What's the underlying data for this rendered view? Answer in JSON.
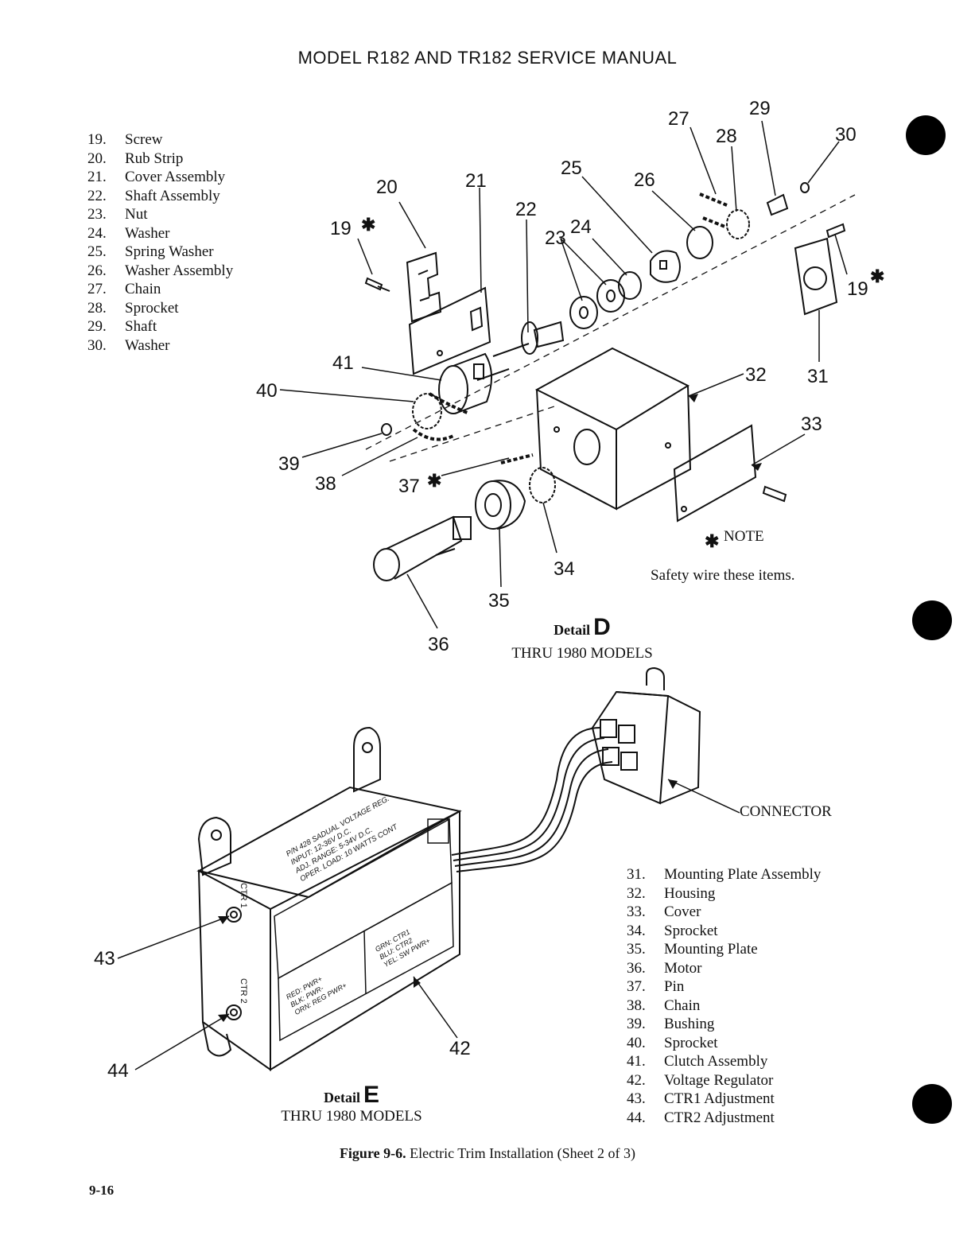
{
  "header": {
    "title": "MODEL R182 AND TR182 SERVICE MANUAL"
  },
  "legend_top": [
    {
      "num": "19.",
      "label": "Screw"
    },
    {
      "num": "20.",
      "label": "Rub Strip"
    },
    {
      "num": "21.",
      "label": "Cover Assembly"
    },
    {
      "num": "22.",
      "label": "Shaft Assembly"
    },
    {
      "num": "23.",
      "label": "Nut"
    },
    {
      "num": "24.",
      "label": "Washer"
    },
    {
      "num": "25.",
      "label": "Spring Washer"
    },
    {
      "num": "26.",
      "label": "Washer Assembly"
    },
    {
      "num": "27.",
      "label": "Chain"
    },
    {
      "num": "28.",
      "label": "Sprocket"
    },
    {
      "num": "29.",
      "label": "Shaft"
    },
    {
      "num": "30.",
      "label": "Washer"
    }
  ],
  "legend_bottom": [
    {
      "num": "31.",
      "label": "Mounting Plate Assembly"
    },
    {
      "num": "32.",
      "label": "Housing"
    },
    {
      "num": "33.",
      "label": "Cover"
    },
    {
      "num": "34.",
      "label": "Sprocket"
    },
    {
      "num": "35.",
      "label": "Mounting Plate"
    },
    {
      "num": "36.",
      "label": "Motor"
    },
    {
      "num": "37.",
      "label": "Pin"
    },
    {
      "num": "38.",
      "label": "Chain"
    },
    {
      "num": "39.",
      "label": "Bushing"
    },
    {
      "num": "40.",
      "label": "Sprocket"
    },
    {
      "num": "41.",
      "label": "Clutch Assembly"
    },
    {
      "num": "42.",
      "label": "Voltage Regulator"
    },
    {
      "num": "43.",
      "label": "CTR1 Adjustment"
    },
    {
      "num": "44.",
      "label": "CTR2 Adjustment"
    }
  ],
  "callouts": {
    "c19a": "19",
    "c19b": "19",
    "c20": "20",
    "c21": "21",
    "c22": "22",
    "c23": "23",
    "c24": "24",
    "c25": "25",
    "c26": "26",
    "c27": "27",
    "c28": "28",
    "c29": "29",
    "c30": "30",
    "c31": "31",
    "c32": "32",
    "c33": "33",
    "c34": "34",
    "c35": "35",
    "c36": "36",
    "c37": "37",
    "c38": "38",
    "c39": "39",
    "c40": "40",
    "c41": "41",
    "c42": "42",
    "c43": "43",
    "c44": "44"
  },
  "note": {
    "label": "NOTE",
    "text": "Safety wire these items."
  },
  "detail_d": {
    "word": "Detail",
    "letter": "D",
    "sub": "THRU 1980 MODELS"
  },
  "detail_e": {
    "word": "Detail",
    "letter": "E",
    "sub": "THRU 1980 MODELS"
  },
  "connector_label": "CONNECTOR",
  "regulator_label": {
    "l1": "P/N 428 SADUAL VOLTAGE REG.",
    "l2": "INPUT: 12-36V D.C.",
    "l3": "ADJ. RANGE: 5-34V D.C.",
    "l4": "OPER. LOAD: 10 WATTS CONT",
    "l5": "RED: PWR+",
    "l6": "BLK: PWR-",
    "l7": "ORN: REG PWR+",
    "l8": "GRN: CTR1",
    "l9": "BLU: CTR2",
    "l10": "YEL: SW PWR+",
    "side1": "CTR 1",
    "side2": "CTR 2"
  },
  "caption": {
    "bold": "Figure 9-6.",
    "text": "Electric Trim Installation (Sheet 2 of 3)"
  },
  "page_number": "9-16"
}
